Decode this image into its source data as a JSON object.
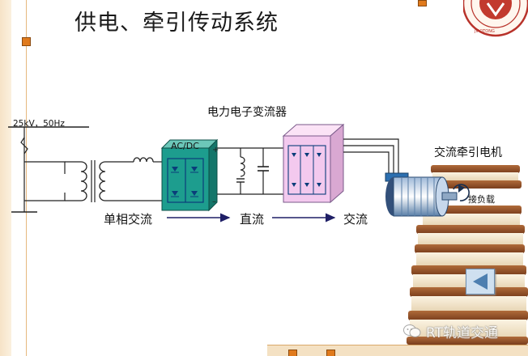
{
  "slide": {
    "title": "供电、牵引传动系统",
    "watermark": "RT轨道交通"
  },
  "diagram": {
    "supply_label": "25kV，50Hz",
    "converter_title": "电力电子变流器",
    "rectifier_label": "AC/DC",
    "stage_labels": [
      "单相交流",
      "直流",
      "交流"
    ],
    "motor_label": "交流牵引电机",
    "load_label": "接负载"
  },
  "nav": {
    "back_icon": "triangle-left-icon"
  },
  "colors": {
    "rectifier": "#1d9d8e",
    "inverter": "#f3c9ee",
    "accent_orange": "#e07a1c",
    "arrow": "#1f1f66",
    "motor_blue": "#2c6fb0"
  }
}
